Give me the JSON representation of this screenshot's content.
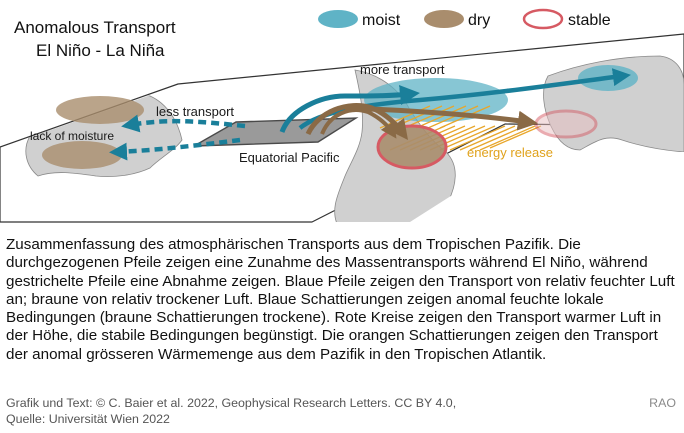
{
  "figure": {
    "title_line1": "Anomalous Transport",
    "title_line2": "El Niño - La Niña",
    "legend": [
      {
        "label": "moist",
        "color": "#5fb3c6"
      },
      {
        "label": "dry",
        "color": "#a98d6d"
      },
      {
        "label": "stable",
        "color": "#d65a63"
      }
    ],
    "labels": {
      "less_transport": "less transport",
      "lack_of_moisture": "lack of moisture",
      "more_transport": "more transport",
      "equatorial_pacific": "Equatorial Pacific",
      "energy_release": "energy release"
    },
    "colors": {
      "moist_arrow": "#1a7f9a",
      "dry_arrow": "#8a6a46",
      "energy": "#e8a62a",
      "land": "#cfcfcf"
    }
  },
  "caption": "Zusammenfassung des atmosphärischen Transports aus dem Tropischen Pazifik. Die durchgezogenen Pfeile zeigen eine Zunahme des Massentransports während El Niño, während gestrichelte Pfeile eine Abnahme zeigen. Blaue Pfeile zeigen den Transport von relativ feuchter Luft an; braune von relativ trockener Luft. Blaue Schattierungen zeigen anomal feuchte lokale Bedingungen (braune Schattierungen trockene). Rote Kreise zeigen den Transport warmer Luft in der Höhe, die stabile Bedingungen begünstigt. Die orangen Schattierungen zeigen den Transport der anomal grösseren Wärmemenge aus dem Pazifik in den Tropischen Atlantik.",
  "credit_line1": "Grafik und Text: © C. Baier et al. 2022, Geophysical Research Letters. CC BY 4.0,",
  "credit_line2": "Quelle: Universität Wien 2022",
  "watermark": "RAO"
}
